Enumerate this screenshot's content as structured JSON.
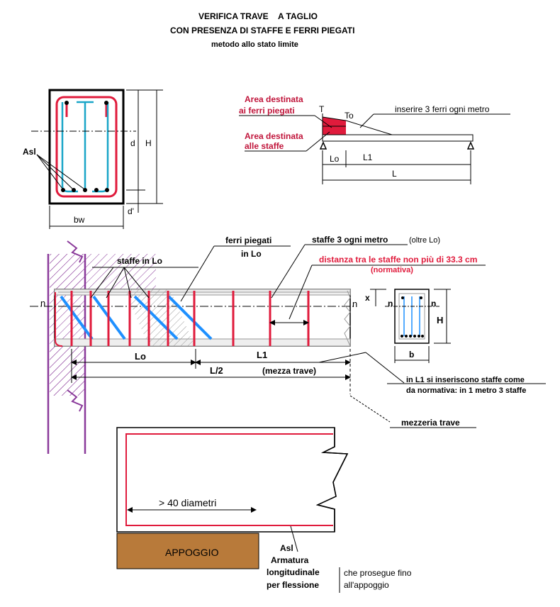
{
  "title": {
    "line1a": "VERIFICA TRAVE",
    "line1b": "A TAGLIO",
    "line2": "CON PRESENZA DI STAFFE E FERRI PIEGATI",
    "line3": "metodo allo stato limite"
  },
  "section": {
    "label_asl": "Asl",
    "label_d": "d",
    "label_H": "H",
    "label_dprime": "d'",
    "label_bw": "bw"
  },
  "shear_diagram": {
    "area_bent_1": "Area destinata",
    "area_bent_2": "ai ferri piegati",
    "area_stirrups_1": "Area destinata",
    "area_stirrups_2": "alle staffe",
    "label_T": "T",
    "label_To": "To",
    "note": "inserire 3 ferri ogni metro",
    "label_Lo": "Lo",
    "label_L1": "L1",
    "label_L": "L"
  },
  "beam": {
    "staffe_in_lo": "staffe in Lo",
    "ferri_piegati_1": "ferri piegati",
    "ferri_piegati_2": "in Lo",
    "staffe_3_a": "staffe  3 ogni metro",
    "staffe_3_b": "(oltre Lo)",
    "distanza_1": "distanza tra le staffe non  più  di 33.3 cm",
    "distanza_2": "(normativa)",
    "label_n": "n",
    "label_x": "x",
    "label_H": "H",
    "label_b": "b",
    "label_Lo": "Lo",
    "label_L1": "L1",
    "label_L2": "L/2",
    "mezza_trave": "(mezza trave)",
    "note_L1_1": "in L1 si inseriscono staffe come",
    "note_L1_2": "da normativa:  in 1 metro 3 staffe",
    "mezzeria": "mezzeria trave"
  },
  "support": {
    "diametri": "> 40 diametri",
    "appoggio": "APPOGGIO",
    "asl": "Asl",
    "armatura_1": "Armatura",
    "armatura_2": "longitudinale",
    "armatura_3": "per flessione",
    "prosegue_1": "che prosegue fino",
    "prosegue_2": "all'appoggio"
  },
  "colors": {
    "red": "#e01b3c",
    "cyan": "#1aa6c8",
    "blue": "#1e90ff",
    "purple": "#8a3a9a",
    "appoggio": "#b87a3a"
  }
}
